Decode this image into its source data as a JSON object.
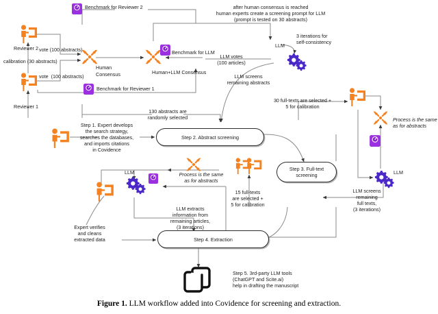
{
  "figure": {
    "label": "Figure 1.",
    "caption": " LLM workflow added into Covidence for screening and extraction."
  },
  "colors": {
    "orange": "#F58220",
    "purple": "#8E2FD6",
    "llm_blue": "#4B28C8",
    "line": "#8a8a8a",
    "dark_line": "#3a3a3a",
    "text": "#1a1a1a"
  },
  "steps": [
    {
      "id": "step2",
      "label": "Step 2. Abstract screening"
    },
    {
      "id": "step3",
      "label": "Step 3. Full-text\nscreening"
    },
    {
      "id": "step4",
      "label": "Step 4. Extraction"
    }
  ],
  "actors": {
    "reviewer2": "Reviewer 2",
    "reviewer1": "Reviewer 1",
    "human_consensus": "Human\nConsensus",
    "human_llm_consensus": "Human+LLM Consensus",
    "llm_top": "LLM",
    "llm_fulltext": "LLM",
    "llm_extract": "LLM"
  },
  "benchmarks": {
    "reviewer2": "Benchmark for Reviewer 2",
    "reviewer1": "Benchmark for Reviewer 1",
    "llm": "Benchmark for LLM"
  },
  "edges": {
    "vote_top": "vote (100 abstracts)",
    "calibration": "calibration (30 abstracts)",
    "vote_bottom": "vote  (100 abstracts)",
    "prompt_note": "after human consensus is reached\nhuman experts create a screening prompt for LLM\n(prompt is tested on 30 abstracts)",
    "self_consistency": "3 iterations for\nself-consistency",
    "llm_votes": "LLM votes\n(100 articles)",
    "llm_screens_abstracts": "LLM screens\nremaining abstracts",
    "abstracts_random": "130 abstracts are\nrandomly selected",
    "step1_note": "Step 1. Expert develops\nthe search strategy,\nsearches the databases,\nand imports citations\nin Covidence",
    "fulltexts_selected": "30 full-texts are selected +\n5 for calibration",
    "process_same_right": "Process is the same\nas for abstracts",
    "process_same_left": "Process is the same\nas for abstracts",
    "llm_screens_fulltexts": "LLM screens\nremaining\nfull texts,\n(3 iterations)",
    "fulltexts_15": "15 full-texts\nare selected +\n5 for calibration",
    "llm_extracts": "LLM extracts\ninformation from\nremaining articles,\n(3 iterations)",
    "expert_verifies": "Expert verifies\nand cleans\nextracted data",
    "step5_note": "Step 5. 3rd-party LLM tools\n(ChatGPT and Scite.ai)\nhelp in drafting the manuscript"
  },
  "icons": {
    "person": "person-presenting-icon",
    "consensus": "converging-arrows-icon",
    "benchmark": "benchmark-scale-icon",
    "llm": "gears-icon",
    "documents": "copy-documents-icon"
  }
}
